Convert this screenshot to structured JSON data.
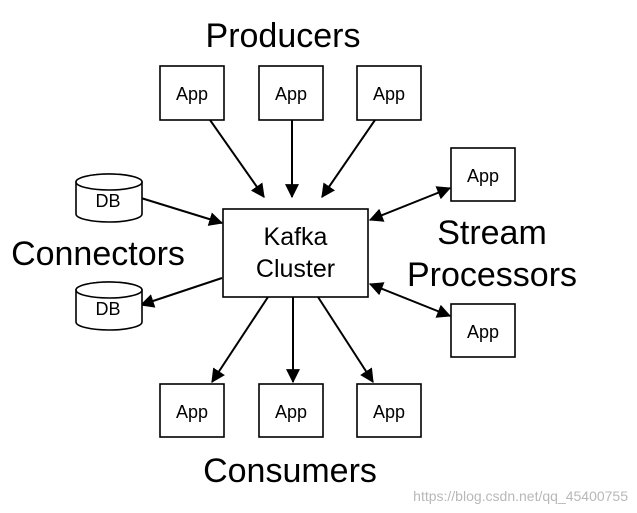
{
  "labels": {
    "producers": "Producers",
    "connectors": "Connectors",
    "stream_line1": "Stream",
    "stream_line2": "Processors",
    "consumers": "Consumers"
  },
  "cluster": {
    "line1": "Kafka",
    "line2": "Cluster"
  },
  "producers": [
    "App",
    "App",
    "App"
  ],
  "stream_processors": [
    "App",
    "App"
  ],
  "consumers": [
    "App",
    "App",
    "App"
  ],
  "connectors": [
    "DB",
    "DB"
  ],
  "watermark": "https://blog.csdn.net/qq_45400755",
  "colors": {
    "stroke": "#000000",
    "background": "#ffffff",
    "watermark": "#b8b8b8"
  }
}
